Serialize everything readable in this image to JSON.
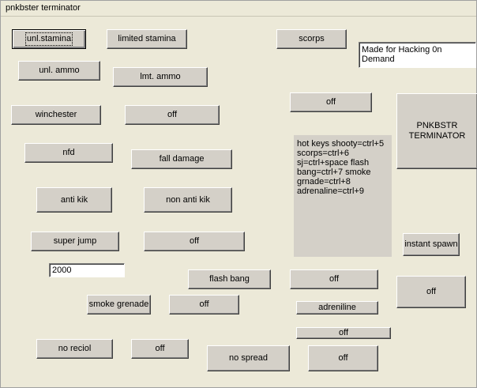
{
  "window": {
    "title": "pnkbster terminator"
  },
  "buttons": {
    "unl_stamina": "unl.stamina",
    "limited_stamina": "limited stamina",
    "scorps": "scorps",
    "unl_ammo": "unl. ammo",
    "lmt_ammo": "lmt. ammo",
    "off_right_top": "off",
    "winchester": "winchester",
    "off_winchester": "off",
    "nfd": "nfd",
    "fall_damage": "fall damage",
    "anti_kik": "anti kik",
    "non_anti_kik": "non anti kik",
    "super_jump": "super jump",
    "off_super_jump": "off",
    "flash_bang": "flash bang",
    "off_flash_bang": "off",
    "smoke_grenade": "smoke grenade",
    "off_smoke_grenade": "off",
    "adreniline": "adreniline",
    "off_adreniline": "off",
    "no_reciol": "no reciol",
    "off_no_reciol": "off",
    "no_spread": "no spread",
    "off_no_spread": "off",
    "instant_spawn": "instant spawn",
    "off_instant_spawn": "off",
    "pnkbstr_terminator": "PNKBSTR\nTERMINATOR"
  },
  "fields": {
    "made_for": "Made for Hacking 0n Demand",
    "jump_value": "2000"
  },
  "hotkeys_text": "hot keys shooty=ctrl+5\nscorps=ctrl+6\nsj=ctrl+space flash\nbang=ctrl+7 smoke\ngrnade=ctrl+8\nadrenaline=ctrl+9"
}
